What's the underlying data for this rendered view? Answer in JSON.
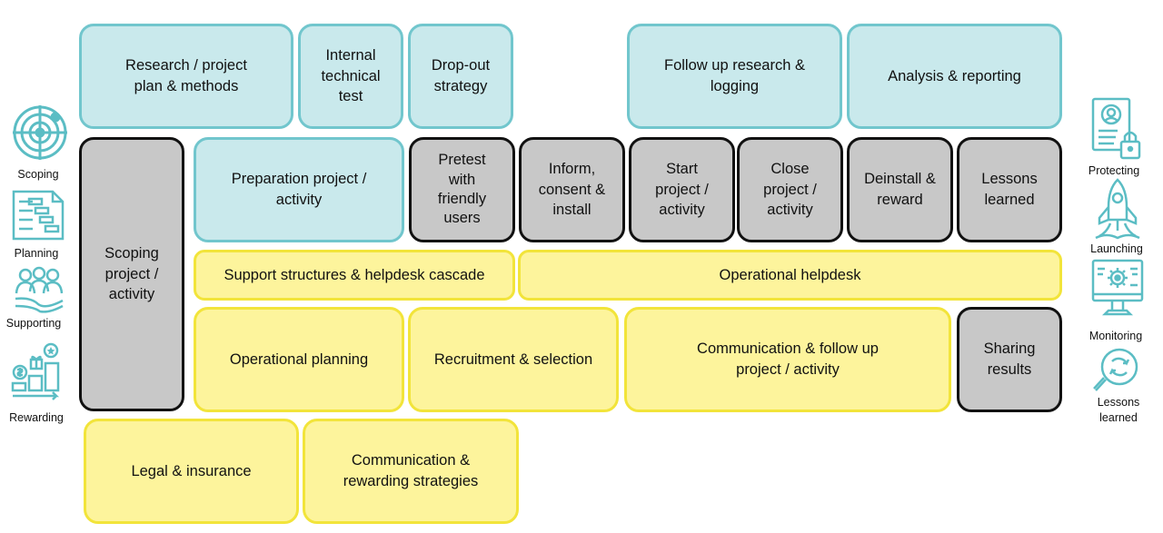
{
  "colors": {
    "blue_fill": "#c9e9ec",
    "blue_border": "#71c6cd",
    "gray_fill": "#c8c8c8",
    "gray_border": "#111111",
    "yellow_fill": "#fdf49c",
    "yellow_border": "#f2e43a",
    "icon_color": "#5bbdc4"
  },
  "boxes": {
    "research_plan": "Research / project\nplan & methods",
    "internal_test": "Internal\ntechnical\ntest",
    "drop_out": "Drop-out\nstrategy",
    "follow_up_research": "Follow up research &\nlogging",
    "analysis_reporting": "Analysis & reporting",
    "scoping_activity": "Scoping\nproject /\nactivity",
    "preparation": "Preparation project /\nactivity",
    "pretest": "Pretest\nwith\nfriendly\nusers",
    "inform_consent": "Inform,\nconsent &\ninstall",
    "start_project": "Start\nproject /\nactivity",
    "close_project": "Close\nproject /\nactivity",
    "deinstall_reward": "Deinstall &\nreward",
    "lessons_learned": "Lessons\nlearned",
    "support_structures": "Support structures & helpdesk cascade",
    "operational_helpdesk": "Operational helpdesk",
    "operational_planning": "Operational planning",
    "recruitment": "Recruitment & selection",
    "communication_follow_up": "Communication & follow up\nproject / activity",
    "sharing_results": "Sharing\nresults",
    "legal_insurance": "Legal & insurance",
    "communication_rewarding": "Communication &\nrewarding strategies"
  },
  "left_legend": [
    {
      "icon": "target-icon",
      "label": "Scoping"
    },
    {
      "icon": "gantt-chart-icon",
      "label": "Planning"
    },
    {
      "icon": "people-hand-icon",
      "label": "Supporting"
    },
    {
      "icon": "reward-chart-icon",
      "label": "Rewarding"
    }
  ],
  "right_legend": [
    {
      "icon": "user-lock-icon",
      "label": "Protecting"
    },
    {
      "icon": "rocket-icon",
      "label": "Launching"
    },
    {
      "icon": "monitor-gear-icon",
      "label": "Monitoring"
    },
    {
      "icon": "magnifier-cycle-icon",
      "label": "Lessons\nlearned"
    }
  ]
}
